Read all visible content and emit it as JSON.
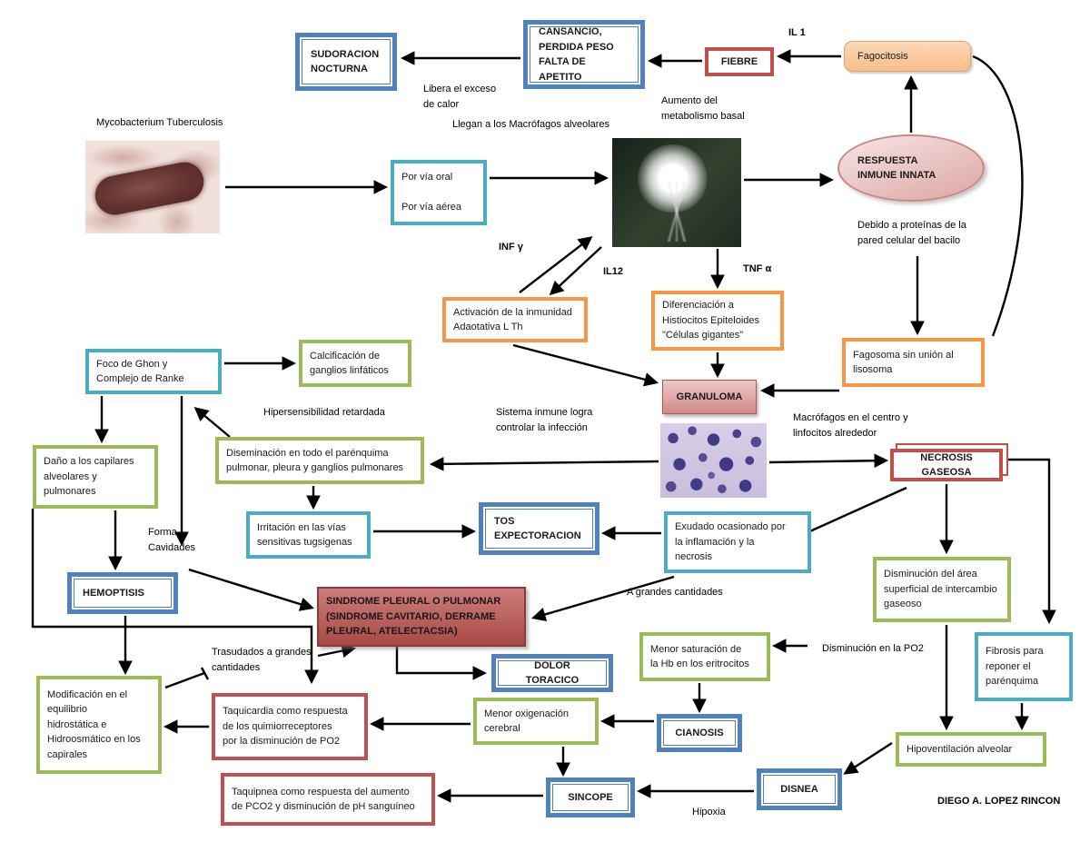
{
  "colors": {
    "blue": "#4f81bd",
    "red": "#c0504d",
    "orange": "#f79646",
    "teal": "#4bacc6",
    "green": "#9bbb59",
    "dark_red": "#8e3a37",
    "granuloma_fill": "#cf8a88",
    "pill_fill": "#f9bd8a",
    "ellipse_fill": "#dba5a3"
  },
  "images": {
    "bacteria": "mycobacterium-tem-image",
    "macrophage": "alveolar-macrophage-image",
    "histology": "granuloma-histology-image"
  },
  "nodes": {
    "sudoracion": "SUDORACION\nNOCTURNA",
    "cansancio": "CANSANCIO,\nPERDIDA PESO\nFALTA DE APETITO",
    "fiebre": "FIEBRE",
    "fagocitosis": "Fagocitosis",
    "por_via": "Por vía oral\n\nPor vía aérea",
    "respuesta": "RESPUESTA\nINMUNE  INNATA",
    "activacion": "Activación de la inmunidad\nAdaotativa L Th",
    "diferenciacion": "Diferenciación a\nHistiocitos Epiteloides\n\"Células gigantes\"",
    "fagosoma": "Fagosoma sin unión al\nlisosoma",
    "granuloma": "GRANULOMA",
    "foco": "Foco de Ghon y\nComplejo de Ranke",
    "calcificacion": "Calcificación de\nganglios linfáticos",
    "dano": "Daño a los capilares\nalveolares y\npulmonares",
    "diseminacion": "Diseminación en todo el parénquima\npulmonar, pleura y ganglios pulmonares",
    "necrosis": "NECROSIS GASEOSA",
    "irritacion": "Irritación en las vías\nsensitivas tugsigenas",
    "tos": "TOS\nEXPECTORACION",
    "exudado": "Exudado ocasionado por\nla inflamación y la\nnecrosis",
    "disminucion_area": "Disminución del área\nsuperficial de intercambio\ngaseoso",
    "hemoptisis": "HEMOPTISIS",
    "sindrome": "SINDROME PLEURAL  O PULMONAR\n(SINDROME CAVITARIO, DERRAME\nPLEURAL, ATELECTACSIA)",
    "fibrosis": "Fibrosis  para\nreponer el\nparénquima",
    "menor_saturacion": "Menor saturación de\nla Hb en los eritrocitos",
    "dolor": "DOLOR TORACICO",
    "modificacion": "Modificación en el\nequilibrio\nhidrostática e\nHidroosmático en los\ncapirales",
    "taquicardia": "Taquicardia como respuesta\nde los quimiorreceptores\npor la disminución de PO2",
    "menor_oxigenacion": "Menor oxigenación\ncerebral",
    "cianosis": "CIANOSIS",
    "hipoventilacion": "Hipoventilación alveolar",
    "taquipnea": "Taquipnea como respuesta del aumento\nde PCO2 y disminución de pH sanguíneo",
    "sincope": "SINCOPE",
    "disnea": "DISNEA"
  },
  "labels": {
    "il1": "IL 1",
    "libera": "Libera el exceso\nde calor",
    "aumento": "Aumento del\nmetabolismo basal",
    "mycobacterium": "Mycobacterium Tuberculosis",
    "llegan": "Llegan a los  Macrófagos alveolares",
    "debido": "Debido a proteínas de la\npared celular del bacilo",
    "inf": "INF γ",
    "il12": "IL12",
    "tnf": "TNF α",
    "hipersensibilidad": "Hipersensibilidad retardada",
    "sistema": "Sistema inmune logra\ncontrolar la infección",
    "macrofagos": "Macrófagos en el centro y\nlinfocitos alrededor",
    "forma": "Forma\nCavidades",
    "a_grandes": "A  grandes cantidades",
    "trasudados": "Trasudados a grandes\ncantidades",
    "disminucion_po2": "Disminución en la PO2",
    "hipoxia": "Hipoxia",
    "autor": "DIEGO A. LOPEZ RINCON"
  }
}
